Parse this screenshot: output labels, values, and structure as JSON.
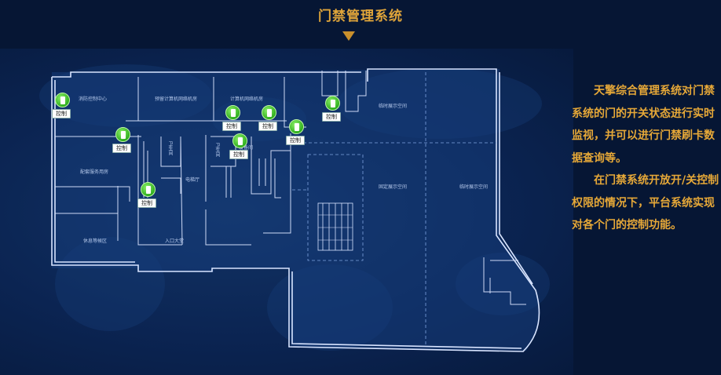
{
  "header": {
    "title": "门禁管理系统"
  },
  "description": {
    "para1": "天擎综合管理系统对门禁系统的门的开关状态进行实时监视，并可以进行门禁刷卡数据查询等。",
    "para2": "在门禁系统开放开/关控制权限的情况下，平台系统实现对各个门的控制功能。"
  },
  "rooms": [
    {
      "id": "fire",
      "label": "消防控制中心"
    },
    {
      "id": "prep",
      "label": "预留计算机网络机房"
    },
    {
      "id": "net",
      "label": "计算机网络机房"
    },
    {
      "id": "show1",
      "label": "临时展示空间"
    },
    {
      "id": "dist",
      "label": "配套服务用房"
    },
    {
      "id": "elev",
      "label": "电梯厅"
    },
    {
      "id": "fixed",
      "label": "固定展示空间"
    },
    {
      "id": "show2",
      "label": "临时展示空间"
    },
    {
      "id": "rest",
      "label": "休息等候区"
    },
    {
      "id": "entry",
      "label": "入口大堂"
    },
    {
      "id": "wc1",
      "label": "卫生间"
    },
    {
      "id": "wc2",
      "label": "卫生间"
    },
    {
      "id": "equip",
      "label": "设备间"
    }
  ],
  "doors": [
    {
      "id": "d1",
      "control_label": "控制"
    },
    {
      "id": "d2",
      "control_label": "控制"
    },
    {
      "id": "d3",
      "control_label": "控制"
    },
    {
      "id": "d4",
      "control_label": "控制"
    },
    {
      "id": "d5",
      "control_label": "控制"
    },
    {
      "id": "d6",
      "control_label": "控制"
    },
    {
      "id": "d7",
      "control_label": "控制"
    },
    {
      "id": "d8",
      "control_label": "控制"
    }
  ],
  "colors": {
    "accent": "#e6a838",
    "door": "#3dbb26",
    "wall": "#d8e4ff"
  }
}
